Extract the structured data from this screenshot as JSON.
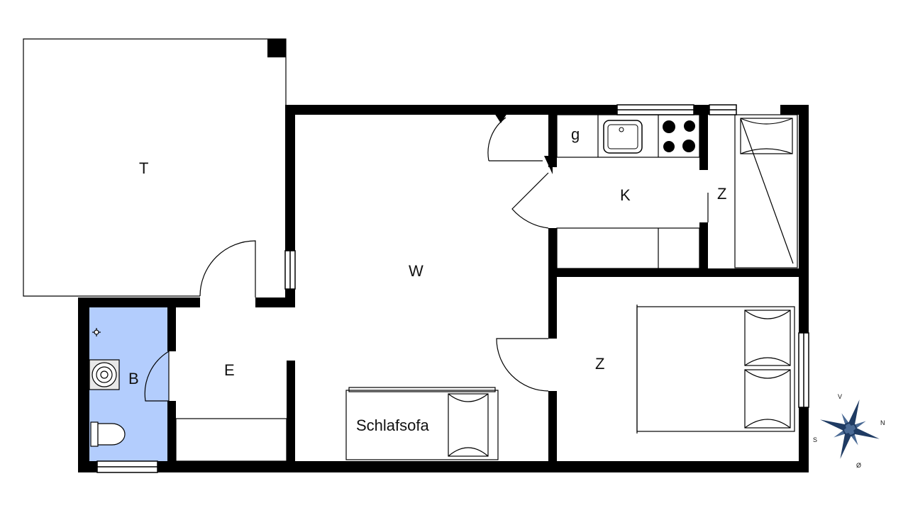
{
  "rooms": {
    "terrace": "T",
    "living": "W",
    "kitchen": "K",
    "pantry": "g",
    "room_small": "Z",
    "room_large": "Z",
    "entry": "E",
    "bath": "B"
  },
  "furniture": {
    "sofa_bed": "Schlafsofa"
  },
  "compass": {
    "north": "N",
    "south": "S",
    "east": "Ø",
    "west": "V"
  },
  "colors": {
    "bath_fill": "#b3cdfd",
    "wall": "#000000"
  }
}
